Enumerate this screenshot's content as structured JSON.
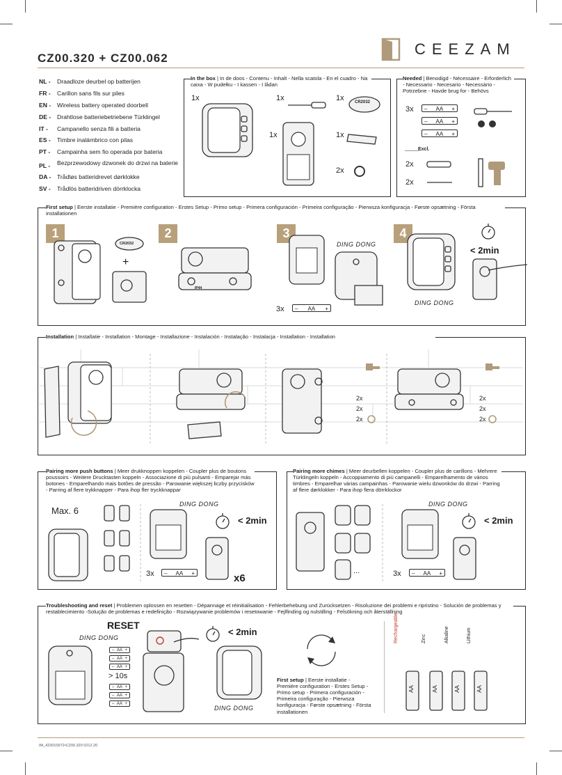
{
  "header": {
    "title": "CZ00.320 + CZ00.062",
    "brand": "CEEZAM"
  },
  "languages": [
    {
      "code": "NL -",
      "text": "Draadloze deurbel op batterijen"
    },
    {
      "code": "FR -",
      "text": "Carillon sans fils sur piles"
    },
    {
      "code": "EN -",
      "text": "Wireless battery operated doorbell"
    },
    {
      "code": "DE -",
      "text": "Drahtlose batteriebetriebene Türklingel"
    },
    {
      "code": "IT -",
      "text": "Campanello senza fili a batteria"
    },
    {
      "code": "ES -",
      "text": "Timbre inalámbrico con pilas"
    },
    {
      "code": "PT -",
      "text": "Campainha sem fio operada por bateria"
    },
    {
      "code": "PL -",
      "text": "Bezprzewodowy dzwonek do drzwi na baterie"
    },
    {
      "code": "DA -",
      "text": "Trådløs batteridrevet dørklokke"
    },
    {
      "code": "SV -",
      "text": "Trådlös batteridriven dörrklocka"
    }
  ],
  "inbox": {
    "title_bold": "In the box",
    "title_rest": " | In de doos - Contenu - Inhalt - Nella scatola - En el cuadro - Na caixa - W pudełku - I kassen - I lådan",
    "q1": "1x",
    "q2": "1x",
    "q3": "1x",
    "q4": "1x",
    "q5": "1x",
    "q6": "2x",
    "coin": "CR2032"
  },
  "needed": {
    "title_bold": "Needed",
    "title_rest": " | Benodigd - Nécessaire - Erforderlich - Necessario - Necesario - Necessário - Potrzebne - Havde brug for - Behövs",
    "qty": "3x",
    "bat": "AA",
    "excl": "Excl.",
    "q1": "2x",
    "q2": "2x"
  },
  "firstsetup": {
    "title_bold": "First setup",
    "title_rest": " | Eerste installatie - Première configuration - Erstes Setup - Primo setup  - Primera configuración - Primeira configuração - Pierwsza konfiguracja - Første opsætning - Första installationen",
    "s1": "1",
    "s2": "2",
    "s3": "3",
    "s4": "4",
    "ding1": "DING DONG",
    "ding2": "DING DONG",
    "coin": "CR2032",
    "plus": "+",
    "min": "< 2min",
    "qty": "3x",
    "bat": "AA",
    "ip": "IP44"
  },
  "installation": {
    "title_bold": "Installation",
    "title_rest": " | Installatie - Installation - Montage - Installazione  - Instalación - Instalação - Instalacja - Installation - Installation",
    "q1": "2x",
    "q2": "2x",
    "q3": "2x",
    "q4": "2x",
    "q5": "2x",
    "q6": "2x"
  },
  "pairbuttons": {
    "title_bold": "Pairing more push buttons",
    "title_rest": " | Meer drukknoppen koppelen - Coupler plus de boutons poussoirs - Weitere Drucktasten koppeln - Associazione di più pulsanti  - Emparejar más botones - Emparelhando mais botões de pressão - Parowanie większej liczby przycisków - Parring af flere trykknapper - Para ihop fler tryckknappar",
    "max": "Max. 6",
    "ding": "DING DONG",
    "min": "< 2min",
    "qty": "3x",
    "bat": "AA",
    "x6": "x6"
  },
  "pairchimes": {
    "title_bold": "Pairing more chimes",
    "title_rest": " | Meer deurbellen koppelen - Coupler plus de carillons - Mehrere Türklingeln koppeln - Accoppiamento di più campanelli  - Emparelhamento de vários timbres - Emparelhar várias campainhas  - Parowanie wielu dzwonków do drzwi - Parring af flere dørklokker - Para ihop flera dörrklockor",
    "dots": "...",
    "ding": "DING DONG",
    "min": "< 2min",
    "qty": "3x",
    "bat": "AA"
  },
  "trouble": {
    "title_bold": "Troubleshooting and reset",
    "title_rest": " | Problemen oplossen en resetten - Dépannage et réinitialisation - Fehlerbehebung und Zurücksetzen - Risoluzione dei problemi e ripristino  - Solución de problemas y restablecimiento -Solução de problemas e redefinição  - Rozwiązywanie problemów i resetowanie - Fejlfinding og nulstilling - Felsökning och återställning",
    "reset": "RESET",
    "ding1": "DING DONG",
    "ding2": "DING DONG",
    "sec": "> 10s",
    "min": "< 2min",
    "bat": "AA",
    "fs_bold": "First setup",
    "fs_rest": " | Eerste installatie - Première configuration - Erstes Setup - Primo setup  - Primera configuración - Primeira configuração - Pierwsza konfiguracja - Første opsætning - Första installationen",
    "types": [
      "Rechargeable",
      "Zinc",
      "Alkaline",
      "Lithium"
    ]
  },
  "footer": "IM_423010072•CZ00.320 0212.20"
}
